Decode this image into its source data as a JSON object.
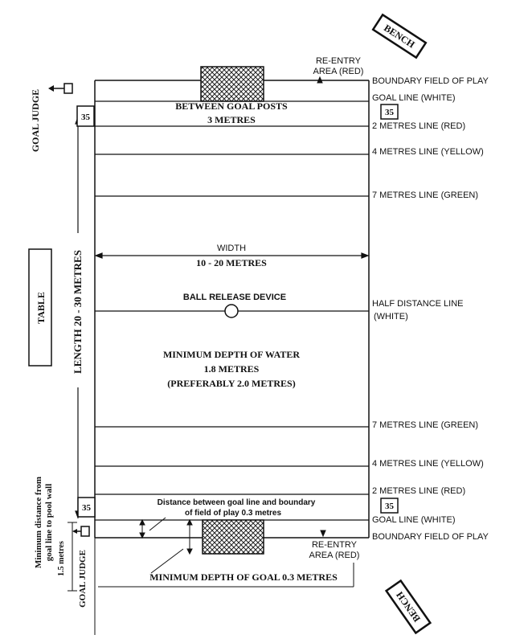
{
  "bench_top": "BENCH",
  "bench_bottom": "BENCH",
  "goal_judge_top": "GOAL JUDGE",
  "goal_judge_bottom": "GOAL JUDGE",
  "table": "TABLE",
  "length": "LENGTH 20 - 30 METRES",
  "reentry_top": [
    "RE-ENTRY",
    "AREA (RED)"
  ],
  "reentry_bottom": [
    "RE-ENTRY",
    "AREA (RED)"
  ],
  "right_labels": {
    "boundary_top": "BOUNDARY FIELD OF PLAY",
    "goal_line_top": "GOAL LINE (WHITE)",
    "m2_top": "2 METRES LINE (RED)",
    "m4_top": "4 METRES LINE (YELLOW)",
    "m7_top": "7 METRES LINE (GREEN)",
    "half": [
      "HALF DISTANCE LINE",
      "(WHITE)"
    ],
    "m7_bottom": "7 METRES LINE (GREEN)",
    "m4_bottom": "4 METRES LINE (YELLOW)",
    "m2_bottom": "2 METRES LINE (RED)",
    "goal_line_bottom": "GOAL LINE (WHITE)",
    "boundary_bottom": "BOUNDARY FIELD OF PLAY"
  },
  "between_goal_posts": [
    "BETWEEN GOAL POSTS",
    "3 METRES"
  ],
  "width": [
    "WIDTH",
    "10 - 20 METRES"
  ],
  "ball_release": "BALL RELEASE DEVICE",
  "min_depth_water": [
    "MINIMUM DEPTH OF WATER",
    "1.8 METRES",
    "(PREFERABLY 2.0 METRES)"
  ],
  "distance_note": [
    "Distance between goal line and boundary",
    "of  field of play 0.3 metres"
  ],
  "min_depth_goal": "MINIMUM DEPTH OF GOAL 0.3 METRES",
  "min_distance": [
    "Minimum distance from",
    "goal line to pool wall"
  ],
  "one_half_metres": "1.5 metres",
  "shot_clock_value": "35"
}
